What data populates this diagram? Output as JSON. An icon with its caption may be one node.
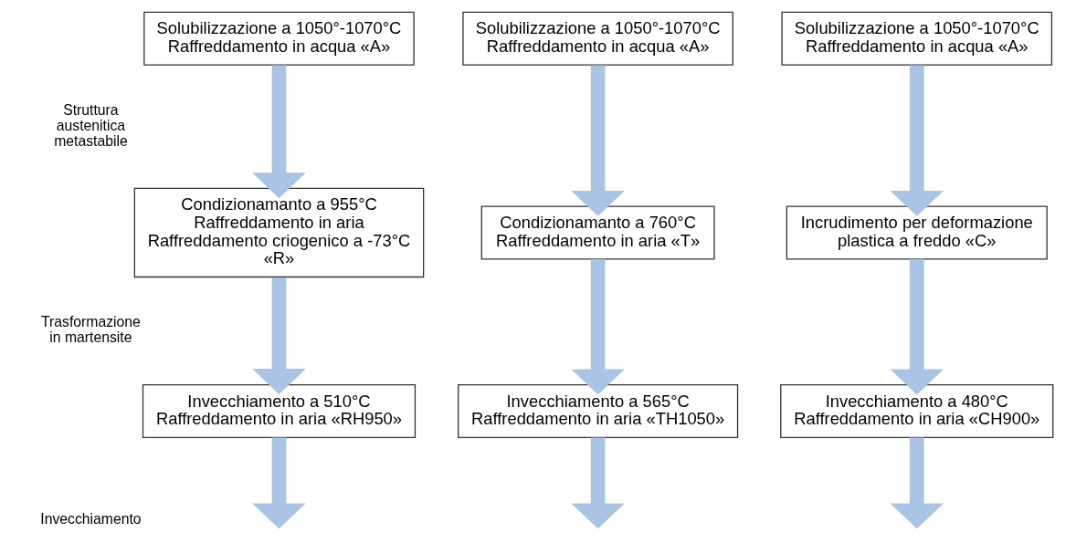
{
  "diagram": {
    "nodes": [
      {
        "text": [
          "Solubilizzazione a 1050°-1070°C Raffreddamento in acqua «A»"
        ]
      },
      {
        "text": [
          "Solubilizzazione a 1050°-1070°C Raffreddamento in acqua «A»"
        ]
      },
      {
        "text": [
          "Solubilizzazione a 1050°-1070°C Raffreddamento in acqua «A»"
        ]
      },
      {
        "text": [
          "Condizionamanto a 955°C Raffreddamento in aria Raffreddamento criogenico a -73°C «R»"
        ]
      },
      {
        "text": [
          "Condizionamanto a 760°C Raffreddamento in aria «T»"
        ]
      },
      {
        "text": [
          "Incrudimento per deformazione plastica a freddo «C»"
        ]
      },
      {
        "text": [
          "Invecchiamento a 510°C Raffreddamento in aria «RH950»"
        ]
      },
      {
        "text": [
          "Invecchiamento a 565°C Raffreddamento in aria «TH1050»"
        ]
      },
      {
        "text": [
          "Invecchiamento a 480°C Raffreddamento in aria «CH900»"
        ]
      }
    ],
    "edges": [
      {
        "from": 0,
        "to": 3,
        "arrow": "to"
      },
      {
        "from": 3,
        "to": 6,
        "arrow": "to"
      },
      {
        "from": 6,
        "to": null,
        "arrow": "to"
      },
      {
        "from": 1,
        "to": 4,
        "arrow": "to"
      },
      {
        "from": 4,
        "to": 7,
        "arrow": "to"
      },
      {
        "from": 7,
        "to": null,
        "arrow": "to"
      },
      {
        "from": 2,
        "to": 5,
        "arrow": "to"
      },
      {
        "from": 5,
        "to": 8,
        "arrow": "to"
      },
      {
        "from": 8,
        "to": null,
        "arrow": "to"
      }
    ],
    "labels": [
      "Struttura austenitica metastabile",
      "Trasformazione in martensite",
      "Invecchiamento"
    ]
  }
}
